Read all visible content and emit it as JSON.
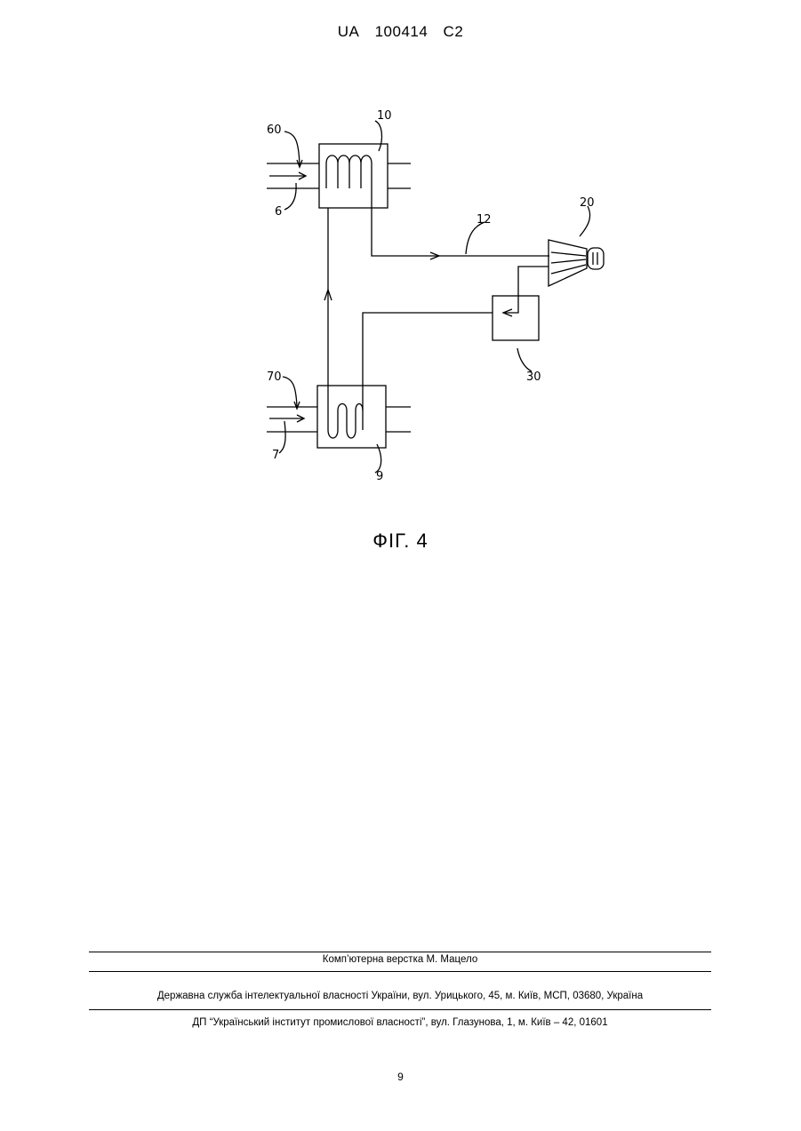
{
  "header": {
    "country": "UA",
    "number": "100414",
    "kind": "C2"
  },
  "figure": {
    "caption": "ФІГ. 4",
    "refs": {
      "r60": "60",
      "r10": "10",
      "r6": "6",
      "r12": "12",
      "r20": "20",
      "r30": "30",
      "r70": "70",
      "r7": "7",
      "r9": "9"
    }
  },
  "footer": {
    "layout": "Комп’ютерна верстка М. Мацело",
    "office": "Державна служба інтелектуальної власності України, вул. Урицького, 45, м. Київ, МСП, 03680, Україна",
    "institute": "ДП “Український інститут промислової власності”, вул. Глазунова, 1, м. Київ – 42, 01601"
  },
  "page_number": "9"
}
